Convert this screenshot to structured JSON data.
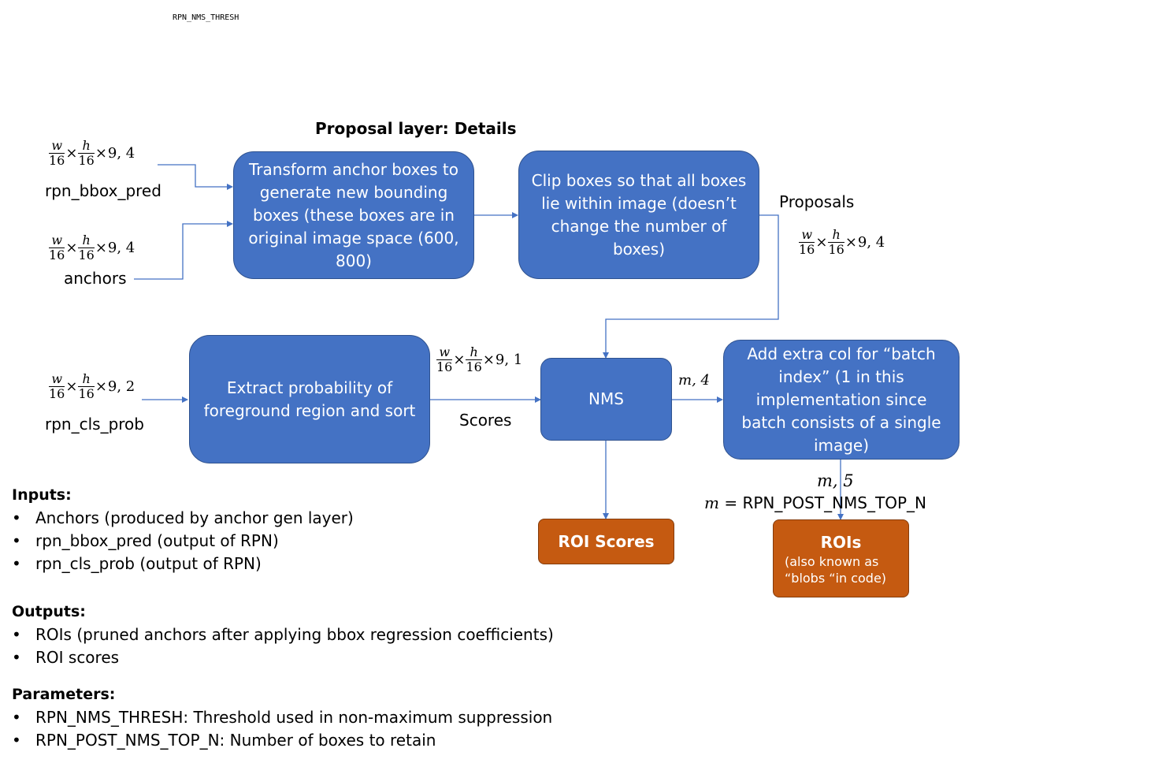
{
  "top_label": "RPN_NMS_THRESH",
  "title": "Proposal layer: Details",
  "boxes": {
    "transform": "Transform anchor boxes to generate new bounding boxes (these boxes are in original image space (600, 800)",
    "clip": "Clip boxes so that all boxes lie within image (doesn’t change the number of boxes)",
    "extract": "Extract probability of foreground region and sort",
    "nms": "NMS",
    "batch": "Add extra col for “batch index” (1 in this implementation since batch consists of a single image)",
    "roi_scores": "ROI Scores",
    "rois_title": "ROIs",
    "rois_sub1": "(also known as",
    "rois_sub2": "“blobs “in code)"
  },
  "shapes": {
    "w": "w",
    "h": "h",
    "d": "16",
    "bbox_tail": "9, 4",
    "anchors_tail": "9, 4",
    "cls_tail": "9, 2",
    "proposals_tail": "9, 4",
    "scores_tail": "9, 1"
  },
  "labels": {
    "rpn_bbox_pred": "rpn_bbox_pred",
    "anchors": "anchors",
    "rpn_cls_prob": "rpn_cls_prob",
    "proposals": "Proposals",
    "scores": "Scores",
    "m4": "m, 4",
    "m5": "m, 5",
    "m_eq_var": "m",
    "m_eq_value": "= RPN_POST_NMS_TOP_N"
  },
  "inputs": {
    "title": "Inputs:",
    "items": [
      "Anchors (produced by anchor gen layer)",
      "rpn_bbox_pred (output of RPN)",
      "rpn_cls_prob (output of RPN)"
    ]
  },
  "outputs": {
    "title": "Outputs:",
    "items": [
      "ROIs (pruned anchors after applying bbox regression coefficients)",
      "ROI scores"
    ]
  },
  "parameters": {
    "title": "Parameters:",
    "items": [
      "RPN_NMS_THRESH: Threshold used in non-maximum suppression",
      "RPN_POST_NMS_TOP_N: Number of boxes to retain"
    ]
  },
  "colors": {
    "box_blue": "#4472c4",
    "box_orange": "#c55a11",
    "arrow": "#4472c4"
  }
}
